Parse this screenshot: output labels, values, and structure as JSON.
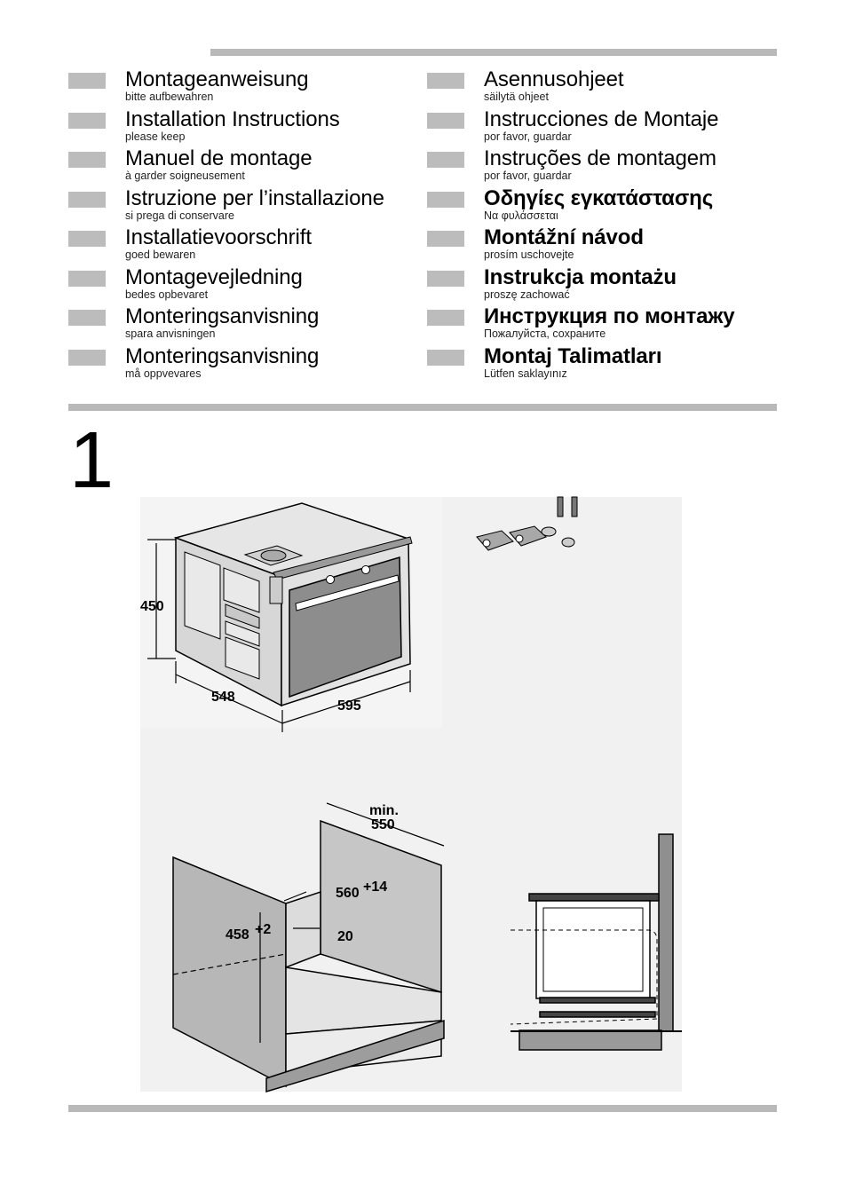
{
  "languages_left": [
    {
      "title": "Montageanweisung",
      "subtitle": "bitte aufbewahren"
    },
    {
      "title": "Installation Instructions",
      "subtitle": "please keep"
    },
    {
      "title": "Manuel de montage",
      "subtitle": "à garder soigneusement"
    },
    {
      "title": "Istruzione per l’installazione",
      "subtitle": "si prega di conservare"
    },
    {
      "title": "Installatievoorschrift",
      "subtitle": "goed bewaren"
    },
    {
      "title": "Montagevejledning",
      "subtitle": "bedes opbevaret"
    },
    {
      "title": "Monteringsanvisning",
      "subtitle": "spara anvisningen"
    },
    {
      "title": "Monteringsanvisning",
      "subtitle": "må oppvevares"
    }
  ],
  "languages_right": [
    {
      "title": "Asennusohjeet",
      "subtitle": "säilytä ohjeet"
    },
    {
      "title": "Instrucciones de Montaje",
      "subtitle": "por favor, guardar"
    },
    {
      "title": "Instruções de montagem",
      "subtitle": "por favor, guardar"
    },
    {
      "title": "Οδηγίες εγκατάστασης",
      "subtitle": "Να φυλάσσεται"
    },
    {
      "title": "Montážní návod",
      "subtitle": "prosím uschovejte"
    },
    {
      "title": "Instrukcja montażu",
      "subtitle": "proszę zachować"
    },
    {
      "title": "Инструкция по монтажу",
      "subtitle": "Пожалуйста, сохраните"
    },
    {
      "title": "Montaj Talimatları",
      "subtitle": "Lütfen saklayınız"
    }
  ],
  "figure": {
    "number": "1",
    "oven_dims": {
      "height": "450",
      "depth": "548",
      "width": "595"
    },
    "cabinet_dims": {
      "min_label": "min.",
      "min_depth": "550",
      "width": "560",
      "width_tol": "+14",
      "height": "458",
      "height_tol": "+2",
      "gap": "20"
    }
  }
}
